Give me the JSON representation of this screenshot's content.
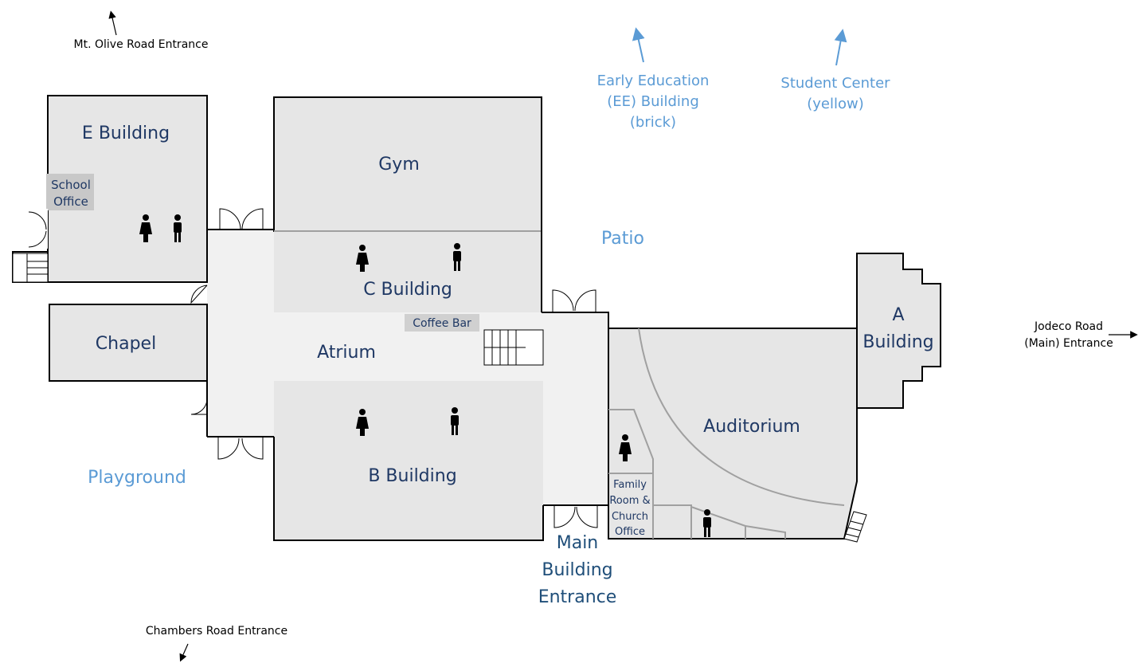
{
  "map": {
    "entrances": {
      "mt_olive": "Mt. Olive Road Entrance",
      "chambers": "Chambers Road Entrance",
      "jodeco_line1": "Jodeco Road",
      "jodeco_line2": "(Main) Entrance",
      "main_line1": "Main",
      "main_line2": "Building",
      "main_line3": "Entrance"
    },
    "outside": {
      "ee_line1": "Early Education",
      "ee_line2": "(EE) Building",
      "ee_line3": "(brick)",
      "student_line1": "Student Center",
      "student_line2": "(yellow)",
      "patio": "Patio",
      "playground": "Playground"
    },
    "rooms": {
      "e_building": "E Building",
      "school_office_line1": "School",
      "school_office_line2": "Office",
      "gym": "Gym",
      "c_building": "C Building",
      "coffee_bar": "Coffee Bar",
      "chapel": "Chapel",
      "atrium": "Atrium",
      "b_building": "B Building",
      "auditorium": "Auditorium",
      "a_line1": "A",
      "a_line2": "Building",
      "family_line1": "Family",
      "family_line2": "Room &",
      "family_line3": "Church",
      "family_line4": "Office"
    },
    "icons": {
      "restroom_women": "woman-restroom-icon",
      "restroom_men": "man-restroom-icon",
      "stairs": "stairs-icon",
      "door": "double-door-icon",
      "arrow": "direction-arrow-icon"
    },
    "colors": {
      "room_fill": "#e6e6e6",
      "hall_fill": "#f1f1f1",
      "label_dark": "#1f3864",
      "label_blue": "#5b9bd5",
      "label_navy": "#1f4e79"
    }
  }
}
